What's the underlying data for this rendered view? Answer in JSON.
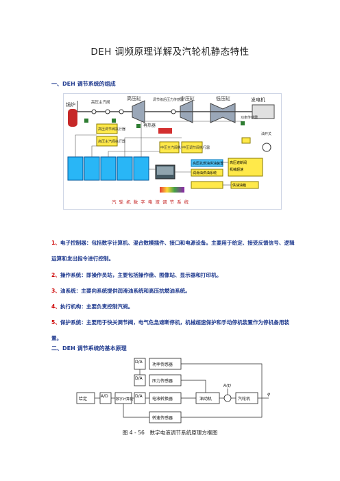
{
  "doc": {
    "title": "DEH 调频原理详解及汽轮机静态特性",
    "section1": "一、DEH 调节系统的组成",
    "items": [
      {
        "num": "1、",
        "text": "电子控制器：包括数字计算机、混合数模插件、接口和电源设备。主要用于给定、接受反馈信号、逻辑运算和发出指令进行控制。"
      },
      {
        "num": "2、",
        "text": "操作系统：即操作员站，主要包括操作盘、图像站、显示器和打印机。"
      },
      {
        "num": "3、",
        "text": "油系统：主要向系统提供润滑油系统和高压抗燃油系统。"
      },
      {
        "num": "4、",
        "text": "执行机构：主要负责控制汽阀。"
      },
      {
        "num": "5、",
        "text": "保护系统：主要用于快关调节阀，电气危急遮断停机，机械超速保护和手动停机装置作为停机备用装置。"
      }
    ],
    "section2": "二、DEH 调节系统的基本原理",
    "caption": "图 4 - 56　数字电液调节系统原理方框图"
  },
  "fig1": {
    "labels": {
      "boiler": "锅炉",
      "hp": "高压缸",
      "ip": "中压缸",
      "lp": "低压缸",
      "gen": "发电机",
      "reheater": "再热器",
      "hp_main_valve": "高压主汽阀",
      "hp_ctrl_valve": "高压调节阀",
      "stage_pressure": "调节级后压力传感器",
      "ip_main_act": "中压主汽阀执行器",
      "ip_ctrl_act": "中压调节阀执行器",
      "power_sensor": "功率传感器",
      "switch": "油开关",
      "oil_supply": "高压抗燃油供油装置",
      "lube": "润滑油供油系统",
      "trip": "高压遮断阀",
      "overspeed": "机械超速",
      "supply": "供油油箱",
      "hp_act": "高压调节阀执行器",
      "hp_main_act": "高压主汽阀执行器",
      "footer": "汽 轮 机 数 字 电 液 调 节 系 统"
    }
  },
  "fig2": {
    "da": "D/A",
    "ad": "A/D",
    "power_sensor": "功率传感器",
    "pressure_sensor": "压力传感器",
    "ehc": "电液转换器",
    "servo": "油动机",
    "turbine": "汽轮机",
    "speed_sensor": "转速传感器",
    "setpoint": "给定",
    "computer": "数字计算机",
    "disturb": "R(t)",
    "output": "φ"
  }
}
